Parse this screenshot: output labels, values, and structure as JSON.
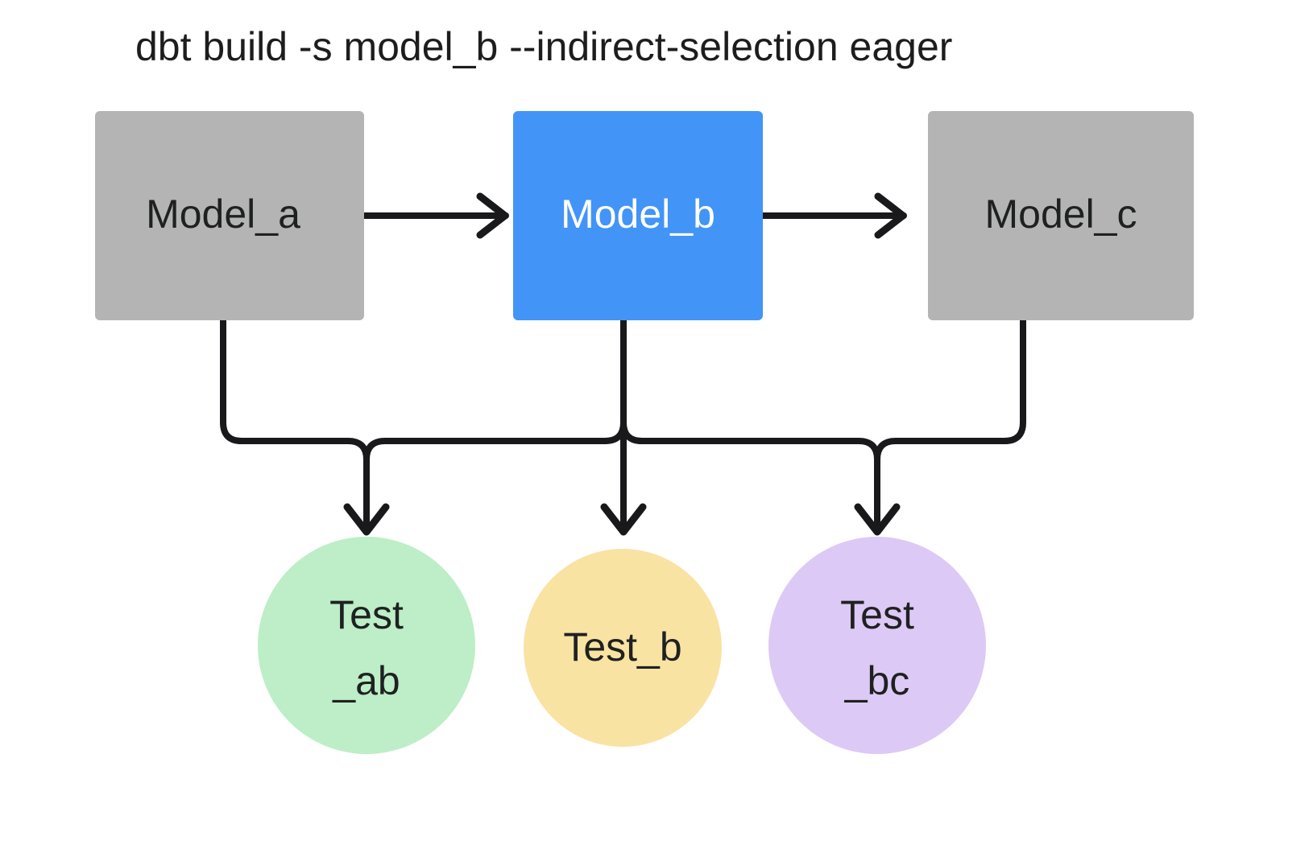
{
  "diagram": {
    "title": "dbt build -s model_b --indirect-selection eager",
    "background_color": "#ffffff",
    "edge_color": "#19191b",
    "models": [
      {
        "id": "model_a",
        "label": "Model_a",
        "shape": "rectangle",
        "fill": "#b4b4b4",
        "text_color": "#1f2121",
        "selected": false
      },
      {
        "id": "model_b",
        "label": "Model_b",
        "shape": "rectangle",
        "fill": "#4294f7",
        "text_color": "#ffffff",
        "selected": true
      },
      {
        "id": "model_c",
        "label": "Model_c",
        "shape": "rectangle",
        "fill": "#b4b4b4",
        "text_color": "#1f2121",
        "selected": false
      }
    ],
    "tests": [
      {
        "id": "test_ab",
        "label_line1": "Test",
        "label_line2": "_ab",
        "shape": "circle",
        "fill": "#bdeec7",
        "text_color": "#1f2121"
      },
      {
        "id": "test_b",
        "label_line1": "Test_b",
        "label_line2": "",
        "shape": "circle",
        "fill": "#f9e3a3",
        "text_color": "#1f2121"
      },
      {
        "id": "test_bc",
        "label_line1": "Test",
        "label_line2": "_bc",
        "shape": "circle",
        "fill": "#ddc9f5",
        "text_color": "#1f2121"
      }
    ],
    "edges": [
      {
        "from": "model_a",
        "to": "model_b",
        "kind": "horizontal-arrow"
      },
      {
        "from": "model_b",
        "to": "model_c",
        "kind": "horizontal-arrow"
      },
      {
        "from": "model_a",
        "to": "test_ab",
        "kind": "elbow-arrow"
      },
      {
        "from": "model_b",
        "to": "test_ab",
        "kind": "elbow-arrow"
      },
      {
        "from": "model_b",
        "to": "test_b",
        "kind": "straight-arrow"
      },
      {
        "from": "model_b",
        "to": "test_bc",
        "kind": "elbow-arrow"
      },
      {
        "from": "model_c",
        "to": "test_bc",
        "kind": "elbow-arrow"
      }
    ]
  }
}
